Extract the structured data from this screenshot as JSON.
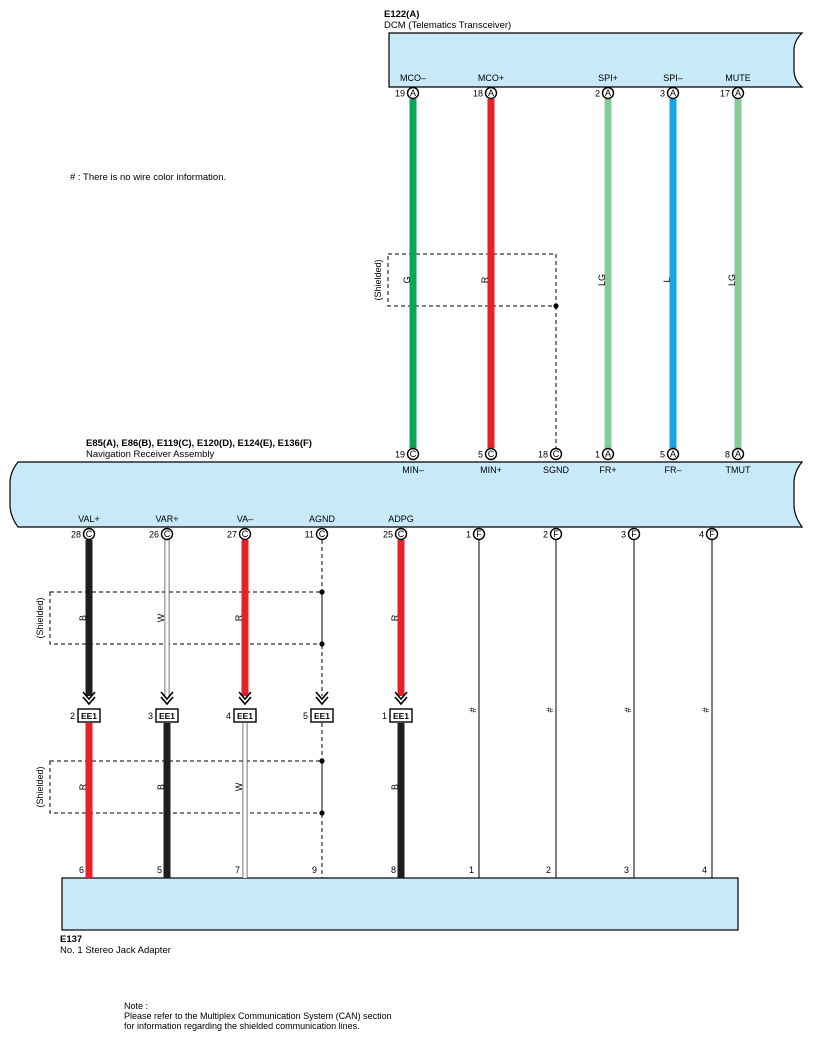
{
  "note_hash": "# : There is no wire color information.",
  "components": {
    "dcm": {
      "id": "E122(A)",
      "name": "DCM (Telematics Transceiver)"
    },
    "nav": {
      "id": "E85(A), E86(B), E119(C), E120(D), E124(E), E136(F)",
      "name": "Navigation Receiver Assembly"
    },
    "jack": {
      "id": "E137",
      "name": "No. 1 Stereo Jack Adapter"
    }
  },
  "colors": {
    "G": "#0fa356",
    "R": "#e8202a",
    "LG": "#86cc9a",
    "L": "#16a6e8",
    "B": "#1e1e1e",
    "W": "#ffffff",
    "body_fill": "#c8e9f8"
  },
  "top_wires": [
    {
      "sig_top": "MCO–",
      "pin_top": "19",
      "conn_top": "A",
      "color": "G",
      "sig_bot": "MIN–",
      "pin_bot": "19",
      "conn_bot": "C"
    },
    {
      "sig_top": "MCO+",
      "pin_top": "18",
      "conn_top": "A",
      "color": "R",
      "sig_bot": "MIN+",
      "pin_bot": "5",
      "conn_bot": "C"
    },
    {
      "sig_top": "",
      "pin_top": "",
      "conn_top": "",
      "color": "",
      "sig_bot": "SGND",
      "pin_bot": "18",
      "conn_bot": "C"
    },
    {
      "sig_top": "SPI+",
      "pin_top": "2",
      "conn_top": "A",
      "color": "LG",
      "sig_bot": "FR+",
      "pin_bot": "1",
      "conn_bot": "A"
    },
    {
      "sig_top": "SPI–",
      "pin_top": "3",
      "conn_top": "A",
      "color": "L",
      "sig_bot": "FR–",
      "pin_bot": "5",
      "conn_bot": "A"
    },
    {
      "sig_top": "MUTE",
      "pin_top": "17",
      "conn_top": "A",
      "color": "LG",
      "sig_bot": "TMUT",
      "pin_bot": "8",
      "conn_bot": "A"
    }
  ],
  "bottom_wires": [
    {
      "sig": "VAL+",
      "pin": "28",
      "conn": "C",
      "color_upper": "B",
      "ee_pin": "2",
      "ee": "EE1",
      "color_lower": "R",
      "jack_pin": "6"
    },
    {
      "sig": "VAR+",
      "pin": "26",
      "conn": "C",
      "color_upper": "W",
      "ee_pin": "3",
      "ee": "EE1",
      "color_lower": "B",
      "jack_pin": "5"
    },
    {
      "sig": "VA–",
      "pin": "27",
      "conn": "C",
      "color_upper": "R",
      "ee_pin": "4",
      "ee": "EE1",
      "color_lower": "W",
      "jack_pin": "7"
    },
    {
      "sig": "AGND",
      "pin": "11",
      "conn": "C",
      "color_upper": "",
      "ee_pin": "5",
      "ee": "EE1",
      "color_lower": "",
      "jack_pin": "9"
    },
    {
      "sig": "ADPG",
      "pin": "25",
      "conn": "C",
      "color_upper": "R",
      "ee_pin": "1",
      "ee": "EE1",
      "color_lower": "B",
      "jack_pin": "8"
    },
    {
      "sig": "",
      "pin": "1",
      "conn": "F",
      "color_upper": "#",
      "ee_pin": "",
      "ee": "",
      "color_lower": "",
      "jack_pin": "1"
    },
    {
      "sig": "",
      "pin": "2",
      "conn": "F",
      "color_upper": "#",
      "ee_pin": "",
      "ee": "",
      "color_lower": "",
      "jack_pin": "2"
    },
    {
      "sig": "",
      "pin": "3",
      "conn": "F",
      "color_upper": "#",
      "ee_pin": "",
      "ee": "",
      "color_lower": "",
      "jack_pin": "3"
    },
    {
      "sig": "",
      "pin": "4",
      "conn": "F",
      "color_upper": "#",
      "ee_pin": "",
      "ee": "",
      "color_lower": "",
      "jack_pin": "4"
    }
  ],
  "shielded_label": "(Shielded)",
  "note": {
    "title": "Note :",
    "line1": "Please refer to the Multiplex Communication System (CAN) section",
    "line2": "for information regarding the shielded communication lines."
  }
}
